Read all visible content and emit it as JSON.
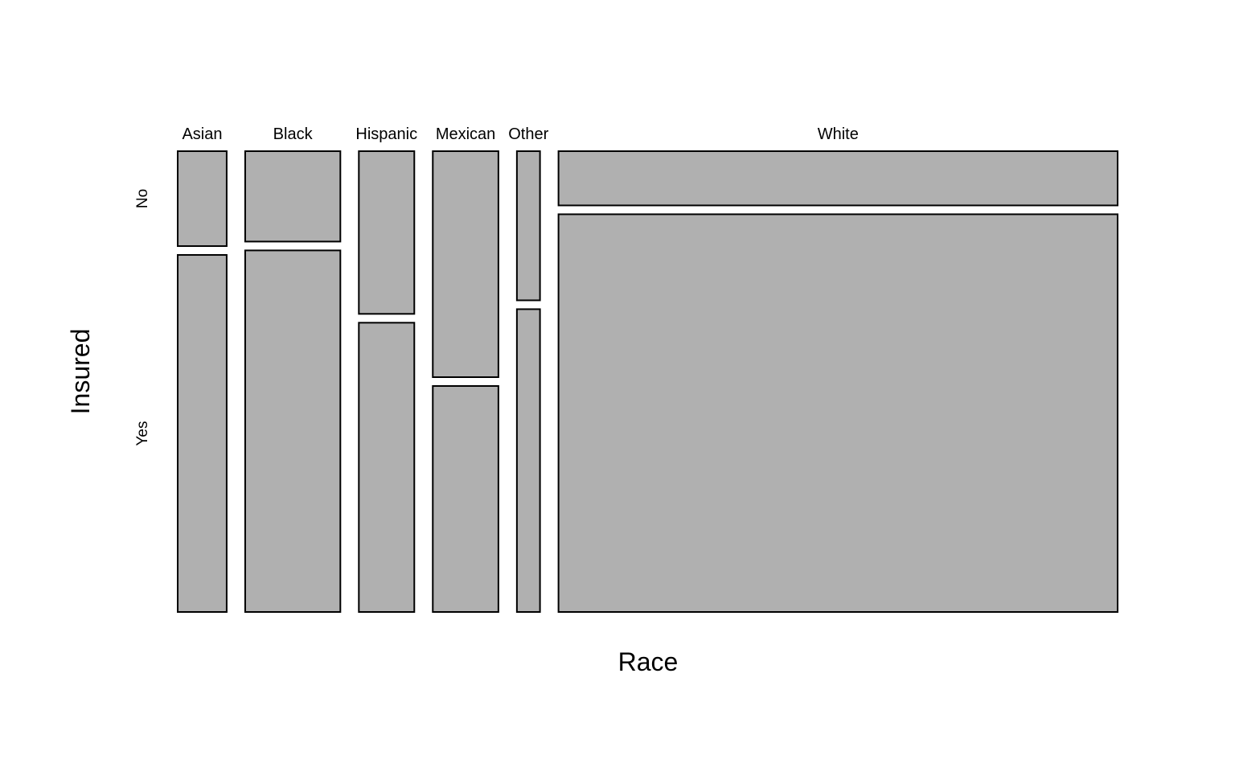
{
  "chart_data": {
    "type": "mosaic",
    "title": "",
    "xlabel": "Race",
    "ylabel": "Insured",
    "x_variable": "Race",
    "y_variable": "Insured",
    "categories": [
      "Asian",
      "Black",
      "Hispanic",
      "Mexican",
      "Other",
      "White"
    ],
    "levels": [
      "No",
      "Yes"
    ],
    "category_proportions": [
      0.053,
      0.103,
      0.06,
      0.071,
      0.025,
      0.605
    ],
    "series": [
      {
        "name": "No",
        "values": [
          0.21,
          0.2,
          0.36,
          0.5,
          0.33,
          0.12
        ]
      },
      {
        "name": "Yes",
        "values": [
          0.79,
          0.8,
          0.64,
          0.5,
          0.67,
          0.88
        ]
      }
    ],
    "fill_color": "#b0b0b0",
    "stroke_color": "#000000",
    "grid": false,
    "legend": "none"
  }
}
